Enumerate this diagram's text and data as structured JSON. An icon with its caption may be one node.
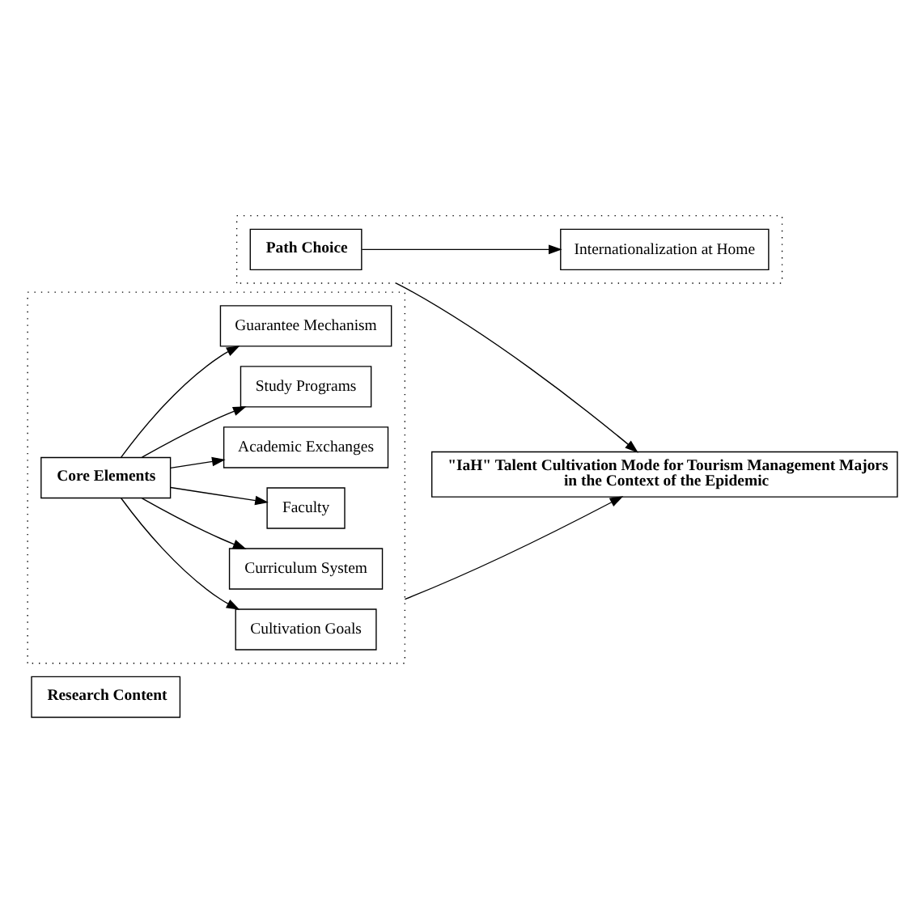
{
  "diagram": {
    "nodes": [
      {
        "text": [
          "Research Content"
        ]
      },
      {
        "text": [],
        "shape": "box"
      },
      {
        "text": [
          "Cultivation Goals"
        ],
        "in": 1
      },
      {
        "text": [
          "Curriculum System"
        ],
        "in": 1
      },
      {
        "text": [
          "Faculty"
        ],
        "in": 1
      },
      {
        "text": [
          "Academic Exchanges"
        ],
        "in": 1
      },
      {
        "text": [
          "Study Programs"
        ],
        "in": 1
      },
      {
        "text": [
          "Guarantee Mechanism"
        ],
        "in": 1
      },
      {
        "text": [
          "Core Elements"
        ],
        "in": 1
      },
      {
        "text": [],
        "shape": "box"
      },
      {
        "text": [
          "Path Choice"
        ],
        "in": 9
      },
      {
        "text": [
          "Internationalization at Home"
        ],
        "in": 9
      },
      {
        "text": [
          "\"IaH\" Talent Cultivation Mode for Tourism Management Majors in the Context of the Epidemic"
        ]
      }
    ],
    "edges": [
      {
        "from": 8,
        "to": 2,
        "arrow": "to"
      },
      {
        "from": 8,
        "to": 3,
        "arrow": "to"
      },
      {
        "from": 8,
        "to": 4,
        "arrow": "to"
      },
      {
        "from": 8,
        "to": 5,
        "arrow": "to"
      },
      {
        "from": 8,
        "to": 6,
        "arrow": "to"
      },
      {
        "from": 8,
        "to": 7,
        "arrow": "to"
      },
      {
        "from": 10,
        "to": 11,
        "arrow": "to"
      },
      {
        "from": 1,
        "to": 12,
        "arrow": "to"
      },
      {
        "from": 9,
        "to": 12,
        "arrow": "to"
      }
    ]
  }
}
